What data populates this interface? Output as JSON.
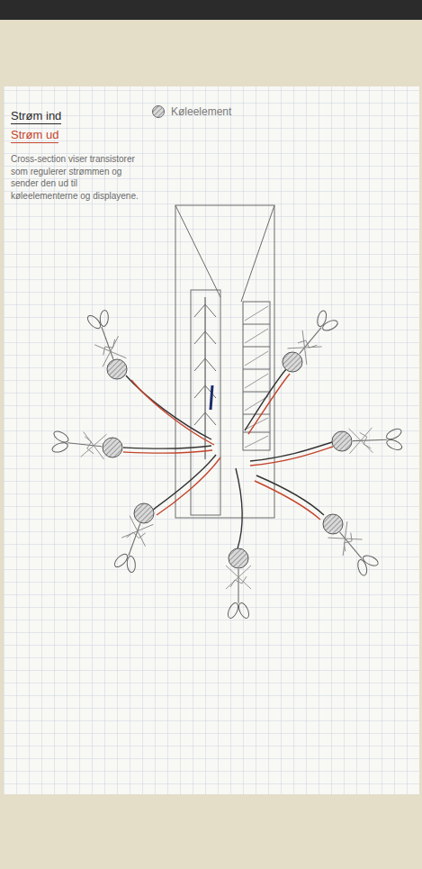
{
  "diagram": {
    "labels": [
      "Cross-section viser transistorer som regulerer strømmen og sender den ud til køleelementerne og displayene."
    ],
    "legend": [
      {
        "text": "Strøm ind"
      },
      {
        "text": "Strøm ud"
      },
      {
        "text": "Køleelement"
      }
    ]
  }
}
